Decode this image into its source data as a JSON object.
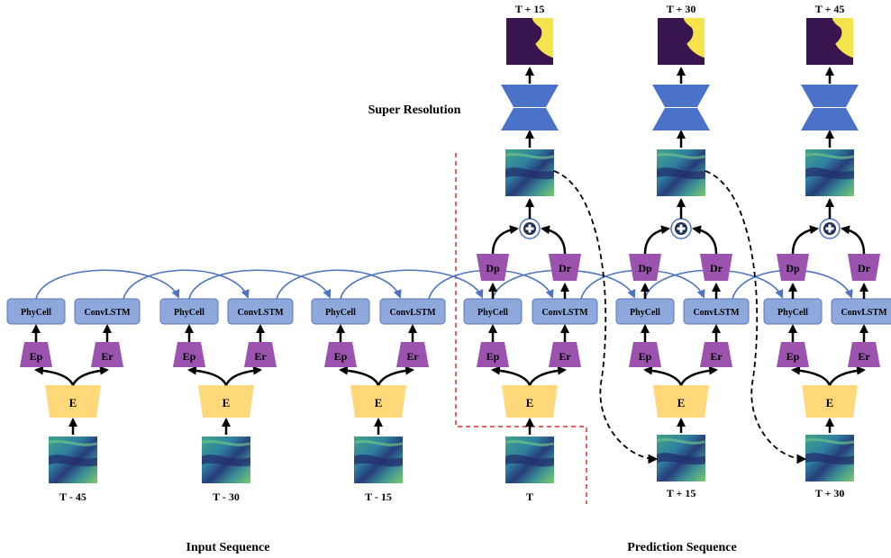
{
  "colors": {
    "cell_fill": "#8ea8dc",
    "cell_stroke": "#5a77b8",
    "cell_text": "#000000",
    "encoder_fill": "#ffd87a",
    "sub_encoder_fill": "#9c53b0",
    "decoder_fill": "#9c53b0",
    "recurrent_arrow": "#4d73c2",
    "sr_fill": "#4a72c8",
    "dashed_boundary": "#e03020",
    "map_dark": "#3a1650",
    "map_yellow": "#f4e34a"
  },
  "labels": {
    "phycell": "PhyCell",
    "convlstm": "ConvLSTM",
    "ep": "Ep",
    "er": "Er",
    "e": "E",
    "dp": "Dp",
    "dr": "Dr",
    "super_resolution": "Super Resolution",
    "input_sequence": "Input Sequence",
    "prediction_sequence": "Prediction Sequence"
  },
  "input_steps": [
    "T - 45",
    "T - 30",
    "T - 15",
    "T"
  ],
  "prediction_inputs": [
    "T + 15",
    "T + 30"
  ],
  "outputs": [
    "T + 15",
    "T + 30",
    "T + 45"
  ]
}
